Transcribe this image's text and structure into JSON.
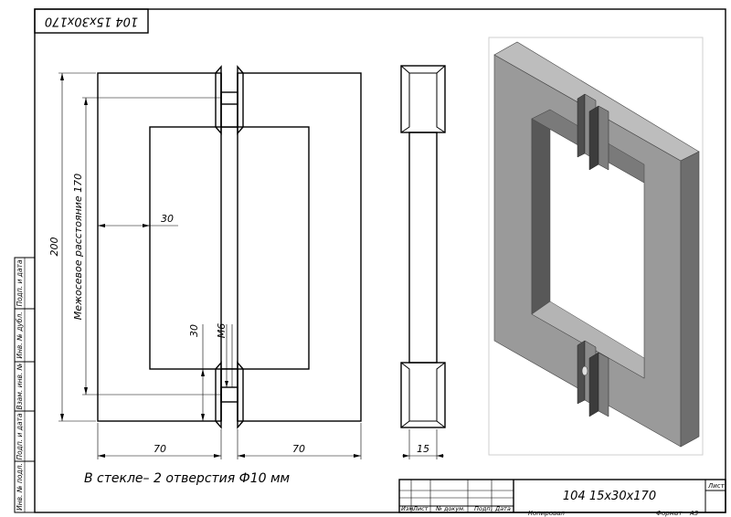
{
  "drawing": {
    "corner_stamp": "104 15x30x170",
    "note": "В стекле– 2 отверстия Ф10 мм",
    "dimensions": {
      "overall_height": "200",
      "center_distance": "Межосевое расстояние 170",
      "bar_width": "30",
      "post_height": "30",
      "thread": "М6",
      "left_width": "70",
      "right_width": "70",
      "side_thickness": "15"
    }
  },
  "side_stamp": {
    "cells": [
      "Подп. и дата",
      "Инв. № дубл.",
      "Взам. инв. №",
      "Подп. и дата",
      "Инв. № подл."
    ]
  },
  "title_block": {
    "title": "104 15x30x170",
    "sheet_label": "Лист",
    "columns": [
      "Изм.",
      "Лист",
      "№ докум.",
      "Подп.",
      "Дата"
    ],
    "copied": "Копировал",
    "format_label": "Формат",
    "format_value": "А3"
  },
  "colors": {
    "front": "#9a9a9a",
    "side": "#6e6e6e",
    "top": "#bdbdbd",
    "inner": "#585858"
  }
}
